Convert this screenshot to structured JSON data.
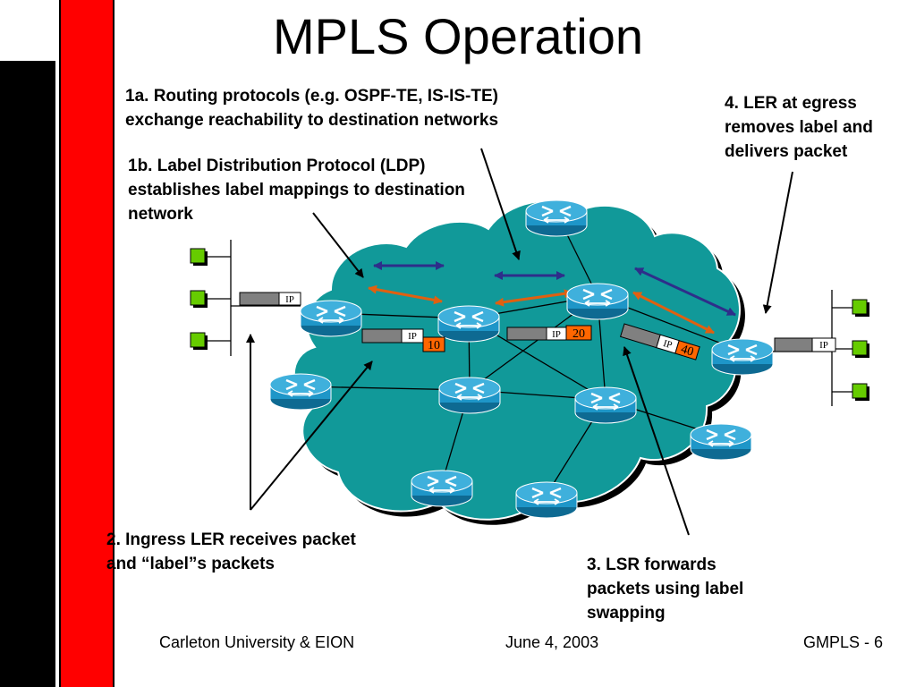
{
  "slide": {
    "title": "MPLS Operation",
    "notes": {
      "note_1a": "1a.  Routing protocols (e.g. OSPF-TE, IS-IS-TE)\nexchange reachability to destination networks",
      "note_1b": "1b. Label Distribution Protocol (LDP)\nestablishes label mappings to destination\nnetwork",
      "note_2": "2. Ingress LER receives packet\nand “label”s packets",
      "note_3": "3. LSR forwards\npackets using label\nswapping",
      "note_4": "4. LER at egress\nremoves label and\ndelivers packet"
    },
    "packets": {
      "ip_text": "IP",
      "labels": [
        "10",
        "20",
        "40"
      ]
    },
    "footer": {
      "left": "Carleton University & EION",
      "center": "June 4, 2003",
      "right": "GMPLS - 6"
    }
  },
  "colors": {
    "red_bar": "#FF0000",
    "black_bar": "#000000",
    "cloud_fill": "#119999",
    "router_fill": "#1E96C8",
    "label_fill": "#FF6600",
    "routing_arrow": "#2E2E8A",
    "ldp_arrow": "#E06010",
    "host_fill": "#66CC00"
  }
}
